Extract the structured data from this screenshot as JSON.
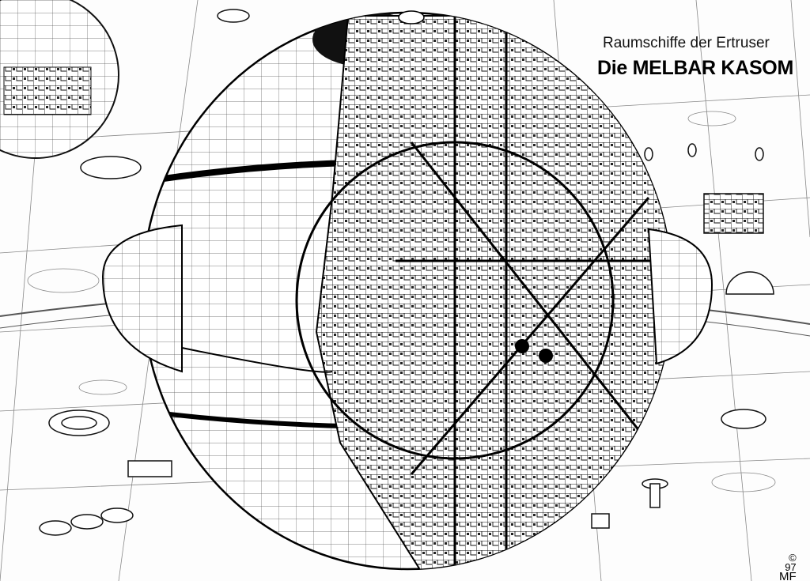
{
  "heading": {
    "subtitle": "Raumschiffe der Ertruser",
    "title": "Die  MELBAR KASOM"
  },
  "signature": {
    "copyright": "©",
    "year": "97",
    "initials": "MF"
  }
}
